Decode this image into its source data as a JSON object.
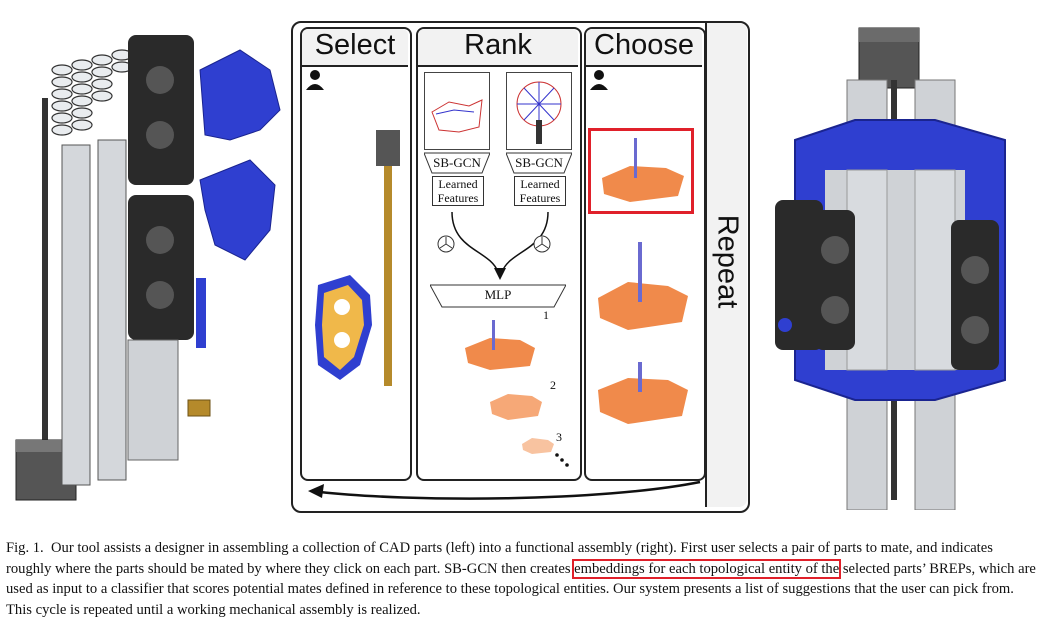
{
  "figure": {
    "panels": {
      "select": "Select",
      "rank": "Rank",
      "choose": "Choose",
      "repeat": "Repeat"
    },
    "rank": {
      "gcn_left": "SB-GCN",
      "gcn_right": "SB-GCN",
      "features_left_1": "Learned",
      "features_left_2": "Features",
      "features_right_1": "Learned",
      "features_right_2": "Features",
      "mlp": "MLP",
      "rank_1": "1",
      "rank_2": "2",
      "rank_3": "3"
    },
    "colors": {
      "accent_blue": "#2f3fd0",
      "part_orange": "#f08a4b",
      "highlight_red": "#e0202a",
      "part_gray": "#cfd2d6"
    }
  },
  "caption": {
    "label": "Fig. 1.",
    "text_before": "Our tool assists a designer in assembling a collection of CAD parts (left) into a functional assembly (right). First user selects a pair of parts to mate, and indicates roughly where the parts should be mated by where they click on each part. SB-GCN then creates ",
    "highlight": "embeddings for each topological entity of the",
    "text_after": " selected parts’ BREPs, which are used as input to a classifier that scores potential mates defined in reference to these topological entities. Our system presents a list of suggestions that the user can pick from. This cycle is repeated until a working mechanical assembly is realized."
  }
}
